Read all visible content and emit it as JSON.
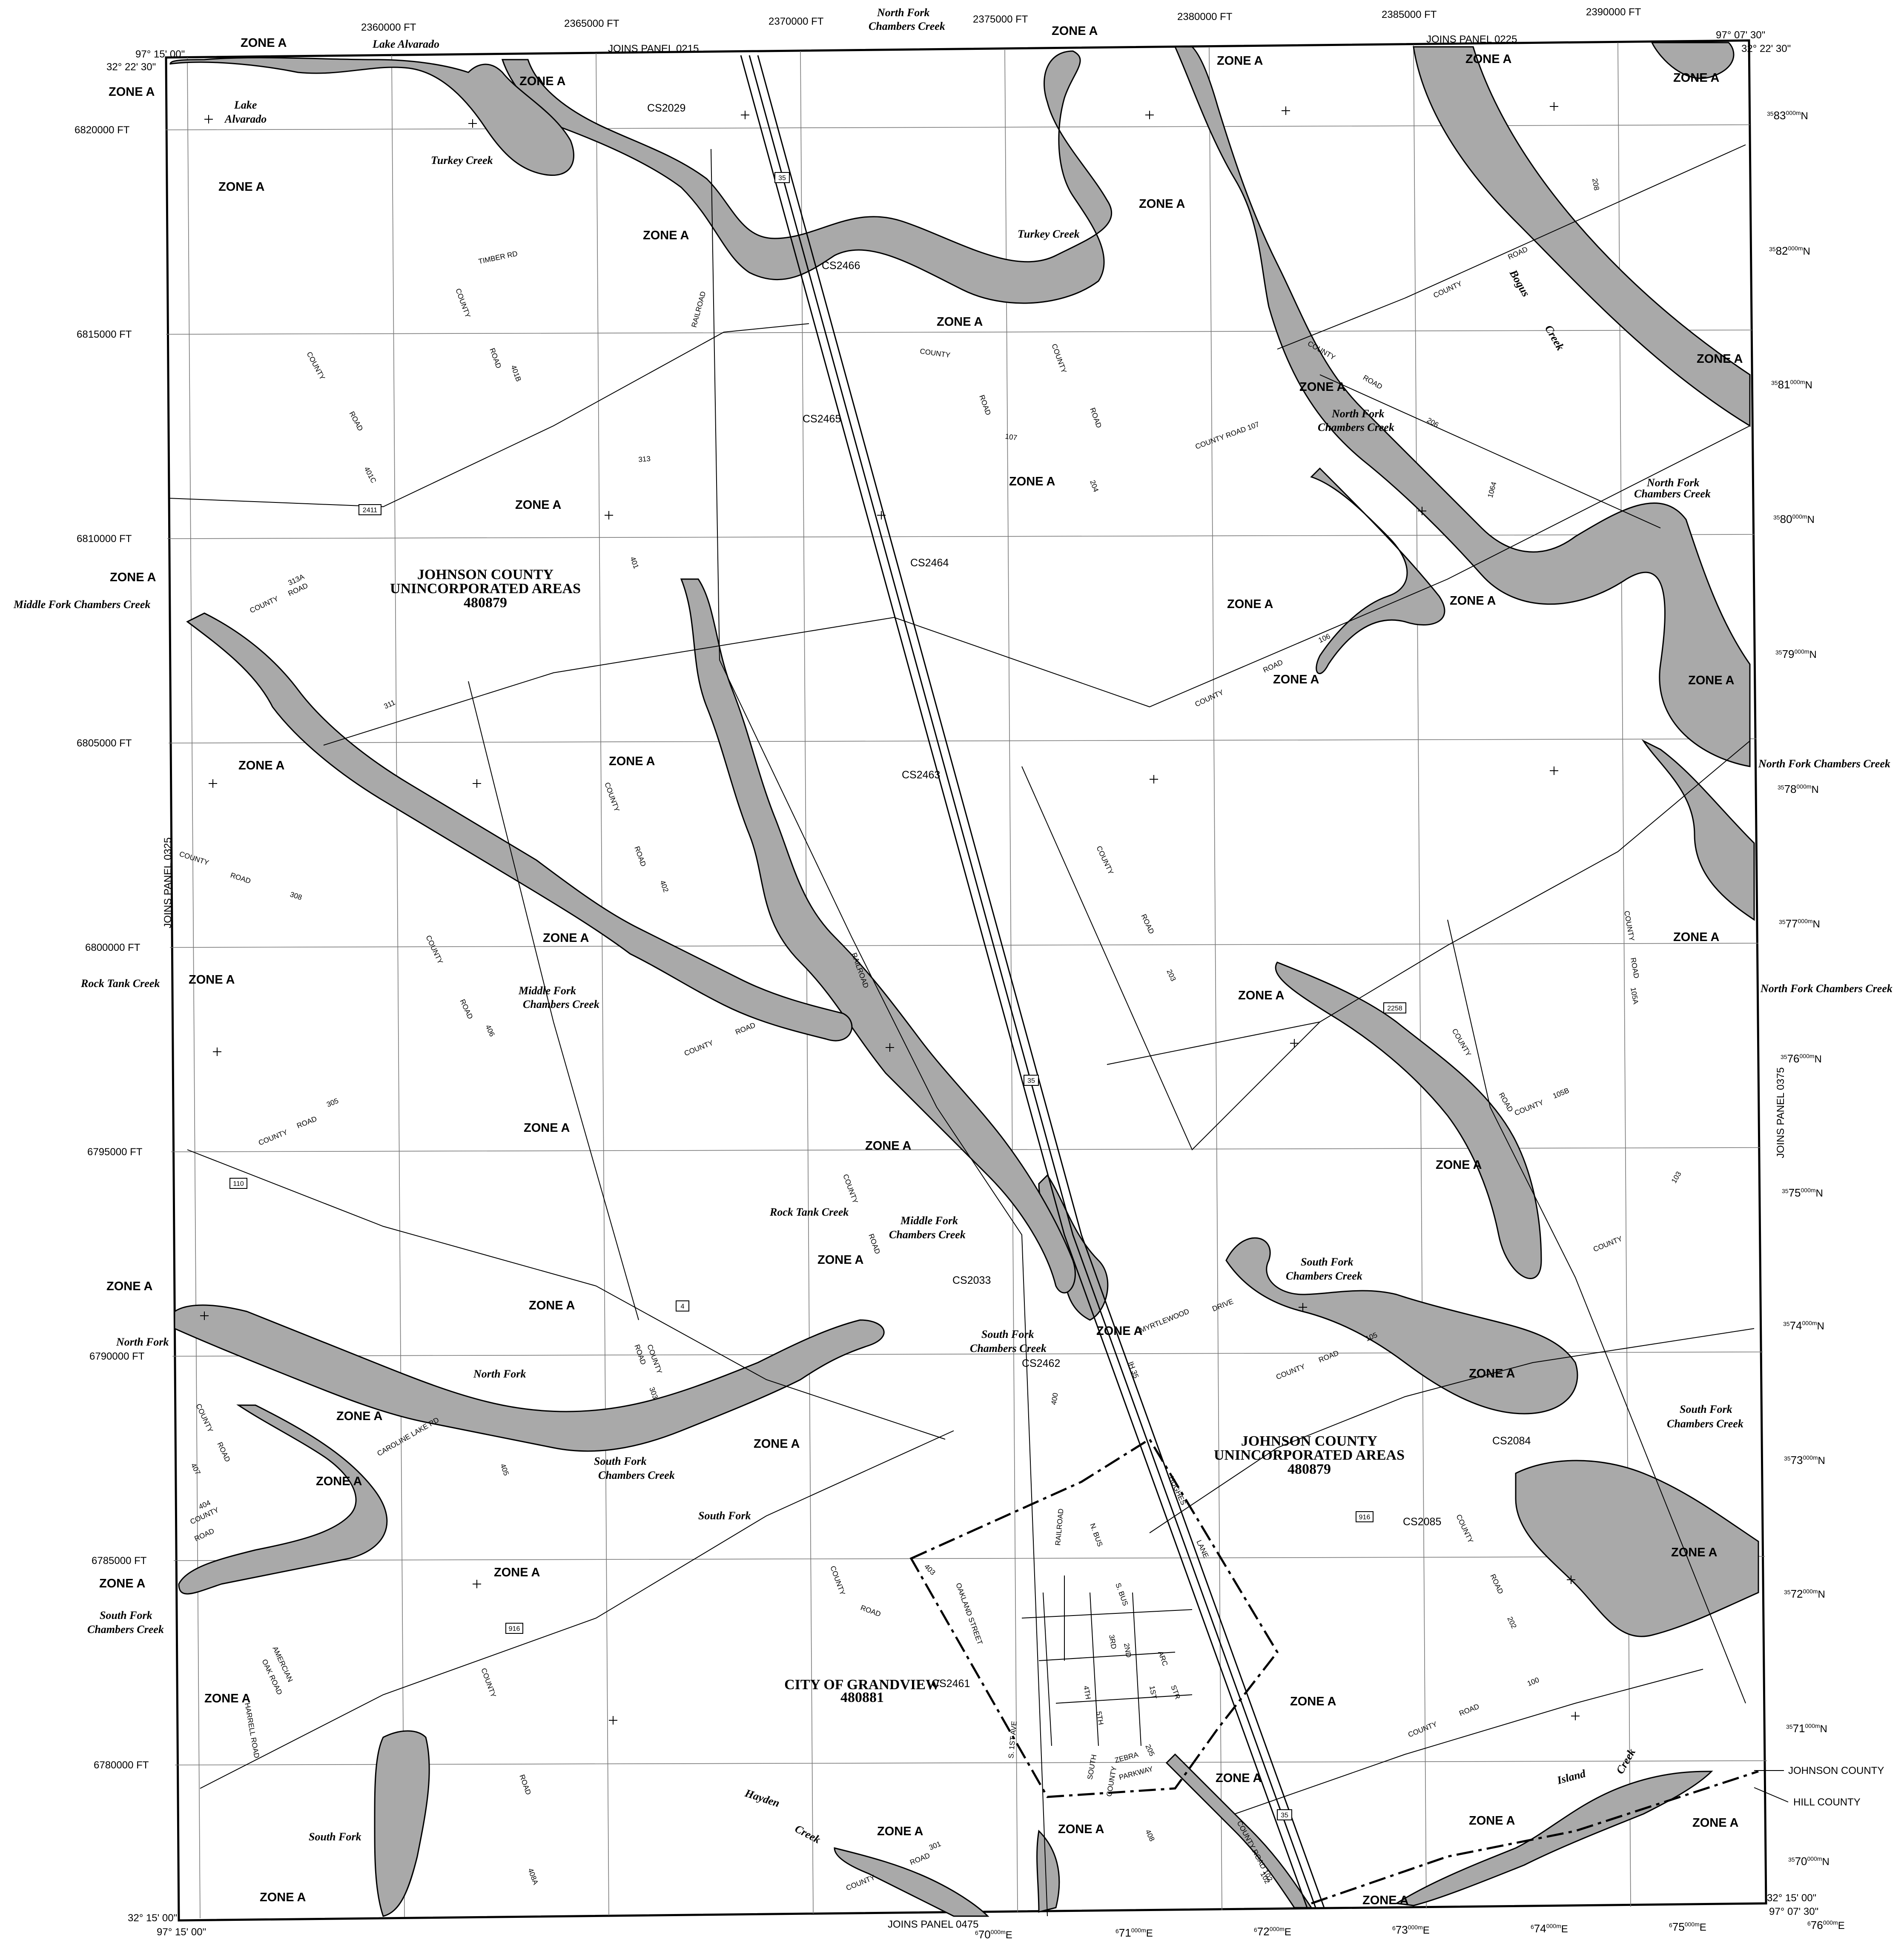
{
  "corner_coords": {
    "nw_lon": "97° 15' 00\"",
    "nw_lat": "32° 22' 30\"",
    "ne_lon": "97° 07' 30\"",
    "ne_lat": "32° 22' 30\"",
    "sw_lat": "32° 15' 00\"",
    "sw_lon": "97° 15' 00\"",
    "se_lat": "32° 15' 00\"",
    "se_lon": "97° 07' 30\""
  },
  "top_eastings": [
    "2360000 FT",
    "2365000 FT",
    "2370000 FT",
    "2375000 FT",
    "2380000 FT",
    "2385000 FT",
    "2390000 FT"
  ],
  "left_northings": [
    "6820000 FT",
    "6815000 FT",
    "6810000 FT",
    "6805000 FT",
    "6800000 FT",
    "6795000 FT",
    "6790000 FT",
    "6785000 FT",
    "6780000 FT"
  ],
  "right_utm": [
    {
      "pre": "35",
      "big": "83",
      "sup": "000m",
      "suf": "N"
    },
    {
      "pre": "35",
      "big": "82",
      "sup": "000m",
      "suf": "N"
    },
    {
      "pre": "35",
      "big": "81",
      "sup": "000m",
      "suf": "N"
    },
    {
      "pre": "35",
      "big": "80",
      "sup": "000m",
      "suf": "N"
    },
    {
      "pre": "35",
      "big": "79",
      "sup": "000m",
      "suf": "N"
    },
    {
      "pre": "35",
      "big": "78",
      "sup": "000m",
      "suf": "N"
    },
    {
      "pre": "35",
      "big": "77",
      "sup": "000m",
      "suf": "N"
    },
    {
      "pre": "35",
      "big": "76",
      "sup": "000m",
      "suf": "N"
    },
    {
      "pre": "35",
      "big": "75",
      "sup": "000m",
      "suf": "N"
    },
    {
      "pre": "35",
      "big": "74",
      "sup": "000m",
      "suf": "N"
    },
    {
      "pre": "35",
      "big": "73",
      "sup": "000m",
      "suf": "N"
    },
    {
      "pre": "35",
      "big": "72",
      "sup": "000m",
      "suf": "N"
    },
    {
      "pre": "35",
      "big": "71",
      "sup": "000m",
      "suf": "N"
    },
    {
      "pre": "35",
      "big": "70",
      "sup": "000m",
      "suf": "N"
    }
  ],
  "bottom_utm": [
    {
      "pre": "6",
      "big": "70",
      "sup": "000m",
      "suf": "E"
    },
    {
      "pre": "6",
      "big": "71",
      "sup": "000m",
      "suf": "E"
    },
    {
      "pre": "6",
      "big": "72",
      "sup": "000m",
      "suf": "E"
    },
    {
      "pre": "6",
      "big": "73",
      "sup": "000m",
      "suf": "E"
    },
    {
      "pre": "6",
      "big": "74",
      "sup": "000m",
      "suf": "E"
    },
    {
      "pre": "6",
      "big": "75",
      "sup": "000m",
      "suf": "E"
    },
    {
      "pre": "6",
      "big": "76",
      "sup": "000m",
      "suf": "E"
    }
  ],
  "joins": {
    "top_left": "JOINS PANEL 0215",
    "top_right": "JOINS PANEL 0225",
    "left": "JOINS PANEL 0325",
    "right": "JOINS PANEL 0375",
    "bottom": "JOINS PANEL 0475"
  },
  "county_boundary": {
    "north": "JOHNSON COUNTY",
    "south": "HILL COUNTY"
  },
  "communities": [
    {
      "line1": "JOHNSON COUNTY",
      "line2": "UNINCORPORATED AREAS",
      "line3": "480879"
    },
    {
      "line1": "JOHNSON COUNTY",
      "line2": "UNINCORPORATED AREAS",
      "line3": "480879"
    },
    {
      "line1": "CITY OF GRANDVIEW",
      "line2": "480881"
    }
  ],
  "zone_label": "ZONE A",
  "creeks": {
    "north_fork_chambers": [
      "North Fork",
      "Chambers Creek"
    ],
    "north_fork_chambers_one": "North Fork Chambers Creek",
    "middle_fork_chambers": [
      "Middle Fork",
      "Chambers Creek"
    ],
    "middle_fork_chambers_one": "Middle Fork Chambers Creek",
    "south_fork_chambers": [
      "South Fork",
      "Chambers Creek"
    ],
    "turkey": "Turkey Creek",
    "lake_alvarado": "Lake Alvarado",
    "lake_alvarado_split": [
      "Lake",
      "Alvarado"
    ],
    "rock_tank": "Rock Tank Creek",
    "north_fork": "North Fork",
    "south_fork": "South Fork",
    "hayden": "Hayden",
    "creek": "Creek",
    "bogus": "Bogus",
    "island": "Island"
  },
  "cross_sections": [
    "CS2029",
    "CS2466",
    "CS2465",
    "CS2464",
    "CS2463",
    "CS2033",
    "CS2462",
    "CS2461",
    "CS2084",
    "CS2085"
  ],
  "roads": {
    "county": "COUNTY",
    "road": "ROAD",
    "timber_rd": "TIMBER RD",
    "county_road_107": "COUNTY ROAD 107",
    "county_road_102": "COUNTY ROAD 102",
    "myrtlewood": "MYRTLEWOOD",
    "drive": "DRIVE",
    "railroad": "RAILROAD",
    "shields": [
      "35",
      "2411",
      "2258",
      "110",
      "4",
      "916",
      "916",
      "35",
      "35"
    ],
    "numbers": [
      "313",
      "401B",
      "401C",
      "107",
      "313A",
      "311",
      "401",
      "402",
      "308",
      "406",
      "305",
      "203",
      "105B",
      "105",
      "204",
      "206",
      "105A",
      "208",
      "1064",
      "106",
      "103",
      "403",
      "404",
      "405",
      "303",
      "102",
      "202",
      "301",
      "408A",
      "407",
      "400",
      "408",
      "205",
      "100"
    ],
    "town_streets": [
      "OAKLAND STREET",
      "1ST",
      "2ND",
      "3RD",
      "4TH",
      "5TH",
      "S. 1ST AVE",
      "ZEBRA",
      "PARKWAY",
      "SOUTH",
      "COUNTY",
      "HUGHES",
      "LANE",
      "IH 35",
      "N. BUS",
      "S. BUS",
      "ARC",
      "STR",
      "AMERCIAN",
      "OAK ROAD",
      "HARRELL ROAD",
      "CAROLINE LAKE RD"
    ]
  }
}
